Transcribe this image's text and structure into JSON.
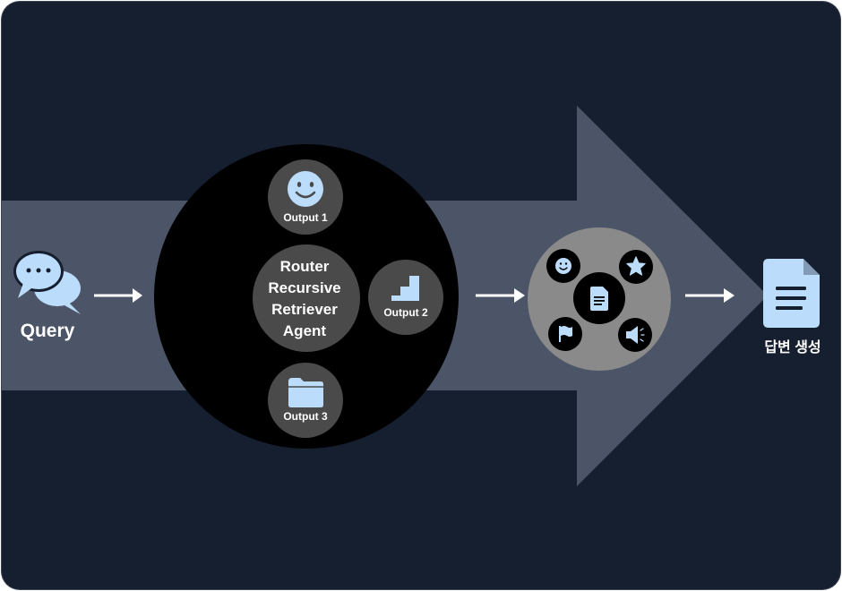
{
  "input": {
    "label": "Query",
    "icon": "chat-bubbles-icon"
  },
  "agent": {
    "line1": "Router",
    "line2": "Recursive",
    "line3": "Retriever",
    "line4": "Agent",
    "outputs": [
      {
        "label": "Output 1",
        "icon": "smiley-face-icon"
      },
      {
        "label": "Output 2",
        "icon": "stairs-icon"
      },
      {
        "label": "Output 3",
        "icon": "folder-icon"
      }
    ]
  },
  "synthesis": {
    "center_icon": "document-icon",
    "satellite_icons": [
      "smiley-face-icon",
      "star-icon",
      "flag-icon",
      "megaphone-icon"
    ]
  },
  "result": {
    "label": "답변 생성",
    "icon": "document-icon"
  },
  "colors": {
    "background": "#161f2f",
    "arrow_band": "#4b5567",
    "agent_circle": "#000000",
    "node_gray": "#4a4a4a",
    "synthesis_circle": "#8a8a8a",
    "icon_accent": "#bcdcfb",
    "text": "#ffffff"
  }
}
